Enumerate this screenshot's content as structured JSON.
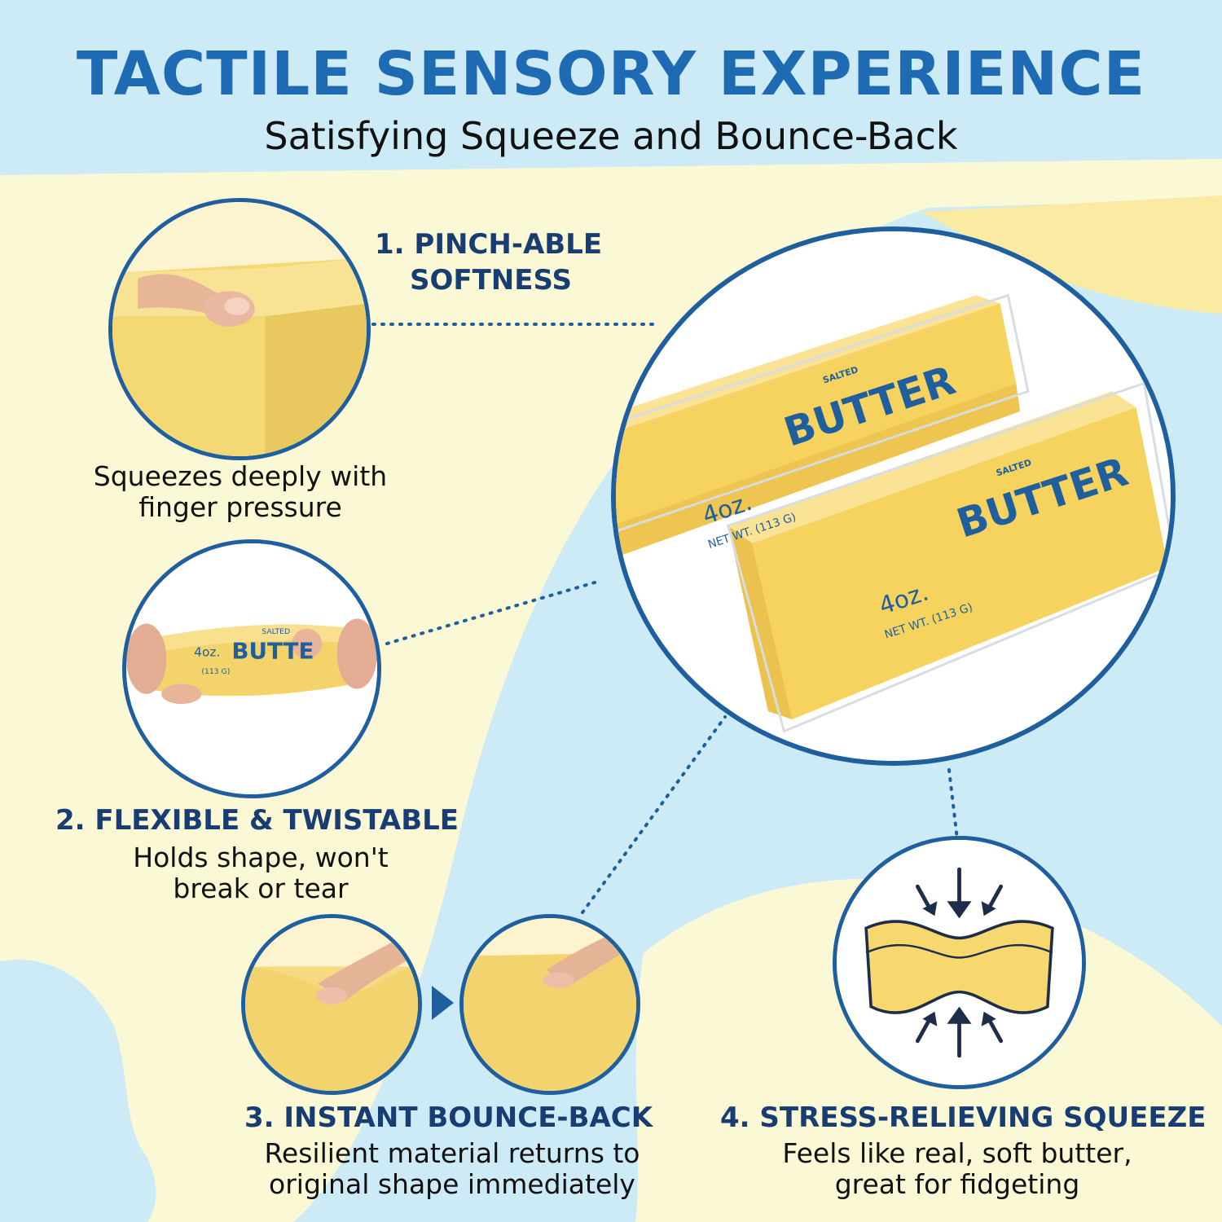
{
  "header": {
    "title": "TACTILE SENSORY EXPERIENCE",
    "subtitle": "Satisfying Squeeze and Bounce-Back"
  },
  "features": [
    {
      "heading_line1": "1. PINCH-ABLE",
      "heading_line2": "SOFTNESS",
      "desc_line1": "Squeezes deeply with",
      "desc_line2": "finger pressure"
    },
    {
      "heading": "2. FLEXIBLE & TWISTABLE",
      "desc_line1": "Holds shape, won't",
      "desc_line2": "break or tear"
    },
    {
      "heading": "3. INSTANT BOUNCE-BACK",
      "desc_line1": "Resilient material returns to",
      "desc_line2": "original shape immediately"
    },
    {
      "heading": "4. STRESS-RELIEVING SQUEEZE",
      "desc_line1": "Feels like real, soft butter,",
      "desc_line2": "great for fidgeting"
    }
  ],
  "product": {
    "label_salted": "SALTED",
    "label_brand": "BUTTER",
    "label_weight": "4oz.",
    "label_net": "NET WT. (113 G)",
    "small_label_salted": "SALTED",
    "small_label_brand": "BUTTE",
    "small_label_weight": "4oz.",
    "small_label_net": "(113 G)"
  },
  "colors": {
    "title_blue": "#1f6bb3",
    "heading_navy": "#173d73",
    "butter_yellow": "#f7d56d",
    "bg_light_blue": "#ccebf6",
    "bg_cream": "#fbf8d6"
  }
}
